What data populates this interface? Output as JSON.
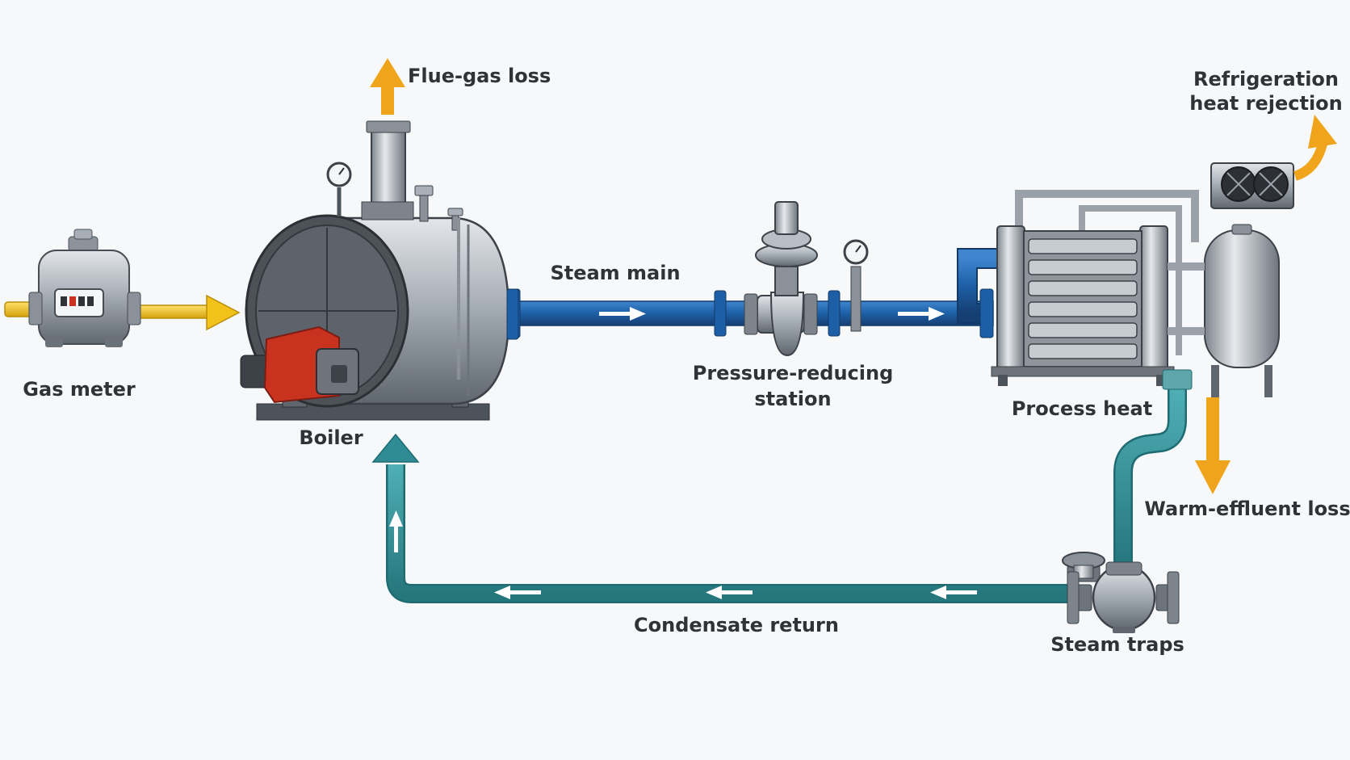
{
  "labels": {
    "gas_meter": "Gas meter",
    "boiler": "Boiler",
    "flue_gas_loss": "Flue-gas loss",
    "steam_main": "Steam main",
    "prs_line1": "Pressure-reducing",
    "prs_line2": "station",
    "process_heat": "Process heat",
    "refrigeration_line1": "Refrigeration",
    "refrigeration_line2": "heat rejection",
    "warm_effluent_loss": "Warm-effluent loss",
    "steam_traps": "Steam traps",
    "condensate_return": "Condensate return"
  },
  "colors": {
    "steam_pipe": "#1d5fa6",
    "condensate_pipe": "#2f8c94",
    "gas_pipe": "#f2c21b",
    "loss_arrow": "#f0a41c",
    "burner": "#c8321f",
    "equipment_steel": "#a9b0b8"
  }
}
